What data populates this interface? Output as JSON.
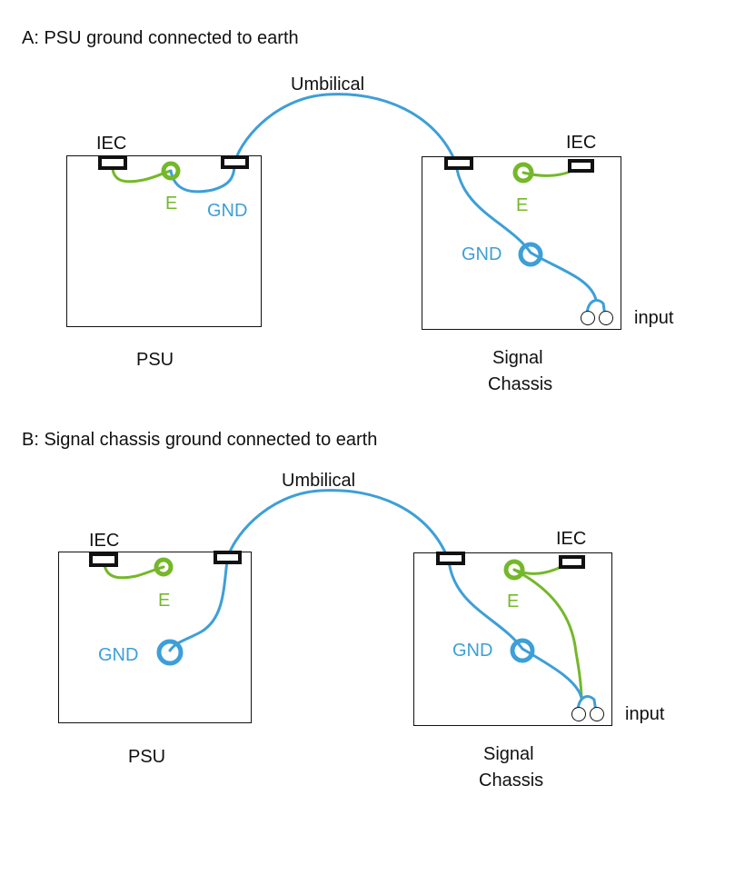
{
  "colors": {
    "blue": "#3d9fd8",
    "green": "#74b82a",
    "black": "#111111"
  },
  "panelA": {
    "title": "A: PSU ground connected to earth",
    "umbilical": "Umbilical",
    "psu": {
      "label": "PSU",
      "iec": "IEC",
      "e": "E",
      "gnd": "GND"
    },
    "signal": {
      "label_line1": "Signal",
      "label_line2": "Chassis",
      "iec": "IEC",
      "e": "E",
      "gnd": "GND",
      "input": "input"
    }
  },
  "panelB": {
    "title": "B: Signal chassis ground connected to earth",
    "umbilical": "Umbilical",
    "psu": {
      "label": "PSU",
      "iec": "IEC",
      "e": "E",
      "gnd": "GND"
    },
    "signal": {
      "label_line1": "Signal",
      "label_line2": "Chassis",
      "iec": "IEC",
      "e": "E",
      "gnd": "GND",
      "input": "input"
    }
  }
}
